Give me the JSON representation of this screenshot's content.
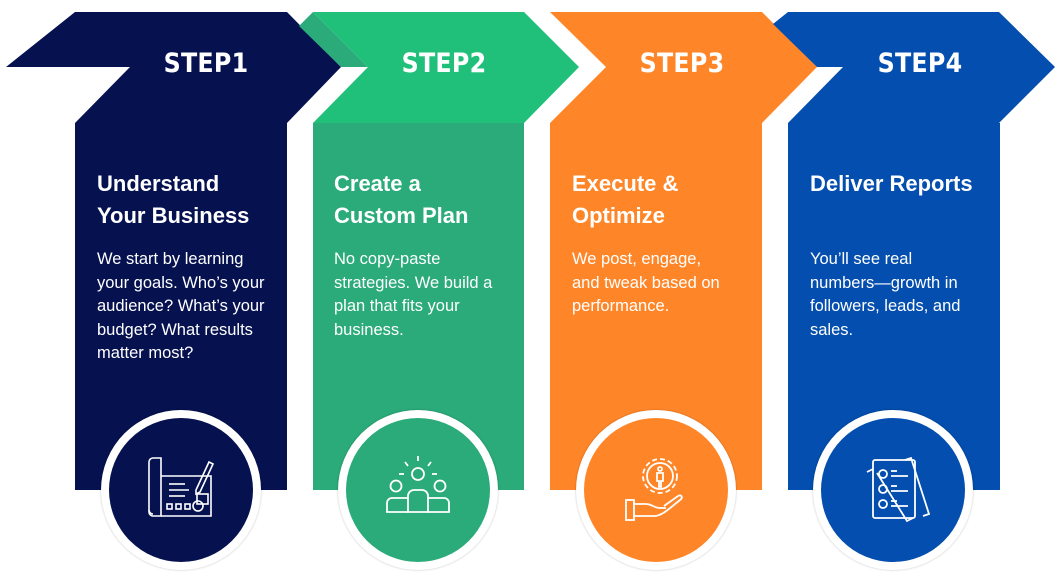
{
  "colors": {
    "step1": "#061150",
    "step2_head": "#20C07B",
    "step2_body": "#2BAB7A",
    "step3": "#FF8628",
    "step4": "#034EAE"
  },
  "steps": [
    {
      "label": "STEP1",
      "title": "Understand Your Business",
      "body": "We start by learning your goals. Who’s your audience? What’s your budget? What results matter most?",
      "icon": "blueprint-pencil-icon"
    },
    {
      "label": "STEP2",
      "title": "Create a Custom Plan",
      "body": "No copy-paste strategies. We build a plan that fits your business.",
      "icon": "team-idea-icon"
    },
    {
      "label": "STEP3",
      "title": "Execute & Optimize",
      "body": "We post, engage, and tweak based on performance.",
      "icon": "hand-gear-icon"
    },
    {
      "label": "STEP4",
      "title": "Deliver Reports",
      "body": "You’ll see real numbers—growth in followers, leads, and sales.",
      "icon": "checklist-report-icon"
    }
  ]
}
